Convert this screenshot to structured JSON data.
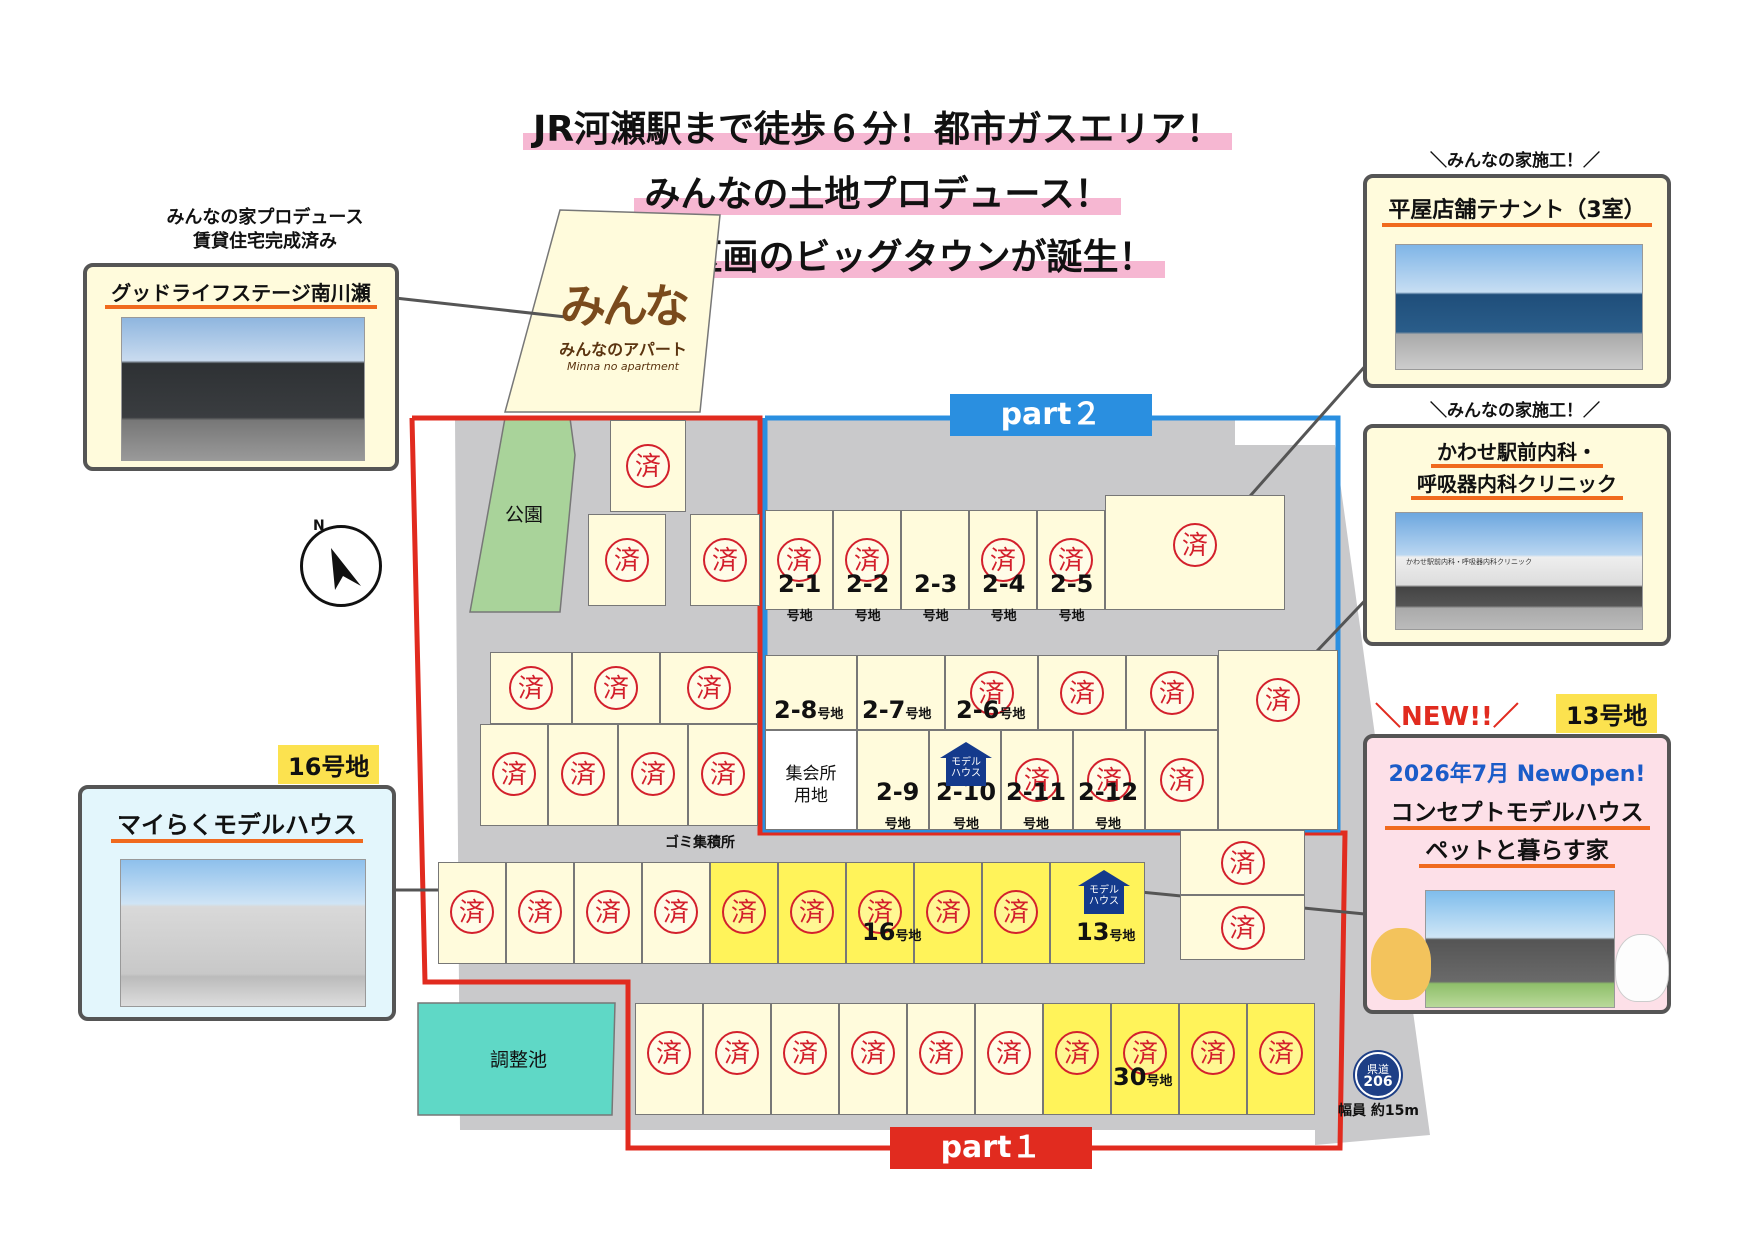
{
  "headlines": [
    "JR河瀬駅まで徒歩６分！都市ガスエリア！",
    "みんなの土地プロデュース！",
    "全49区画のビッグタウンが誕生！"
  ],
  "sold_mark": "済",
  "parts": {
    "part1": "part１",
    "part2": "part２"
  },
  "areas": {
    "park": "公園",
    "pond": "調整池",
    "meeting_1": "集会所",
    "meeting_2": "用地",
    "garbage": "ゴミ集積所"
  },
  "logo": {
    "text_jp": "みんなのアパート",
    "text_en": "Minna no apartment"
  },
  "compass": "N",
  "road": {
    "route_1": "県道",
    "route_2": "206",
    "width": "幅員 約15m"
  },
  "lot_suffix": "号地",
  "lots": {
    "l21": "2-1",
    "l22": "2-2",
    "l23": "2-3",
    "l24": "2-4",
    "l25": "2-5",
    "l28": "2-8",
    "l27": "2-7",
    "l26": "2-6",
    "l29": "2-9",
    "l210": "2-10",
    "l211": "2-11",
    "l212": "2-12",
    "l16": "16",
    "l13": "13",
    "l30": "30"
  },
  "model_house_badge": [
    "モデル",
    "ハウス"
  ],
  "callouts": {
    "goodlife": {
      "caption_1": "みんなの家プロデュース",
      "caption_2": "賃貸住宅完成済み",
      "title": "グッドライフステージ南川瀬"
    },
    "tenant": {
      "caption": "＼みんなの家施工！／",
      "title": "平屋店舗テナント（3室）"
    },
    "clinic": {
      "caption": "＼みんなの家施工！／",
      "title_1": "かわせ駅前内科・",
      "title_2": "呼吸器内科クリニック",
      "sign": "かわせ駅前内科・呼吸器内科クリニック"
    },
    "mairaku": {
      "tag": "16号地",
      "title": "マイらくモデルハウス"
    },
    "concept": {
      "new_label": "＼NEW!!／",
      "tag": "13号地",
      "open": "2026年7月 NewOpen!",
      "title_1": "コンセプトモデルハウス",
      "title_2": "ペットと暮らす家"
    }
  },
  "colors": {
    "sold_red": "#d3202c",
    "part1_red": "#e12b1f",
    "part2_blue": "#2a8fe0",
    "highlight_pink": "#f6b7d2",
    "underline_orange": "#f06a1e",
    "lot_yellow": "#fff35a",
    "lot_cream": "#fffbdc"
  }
}
